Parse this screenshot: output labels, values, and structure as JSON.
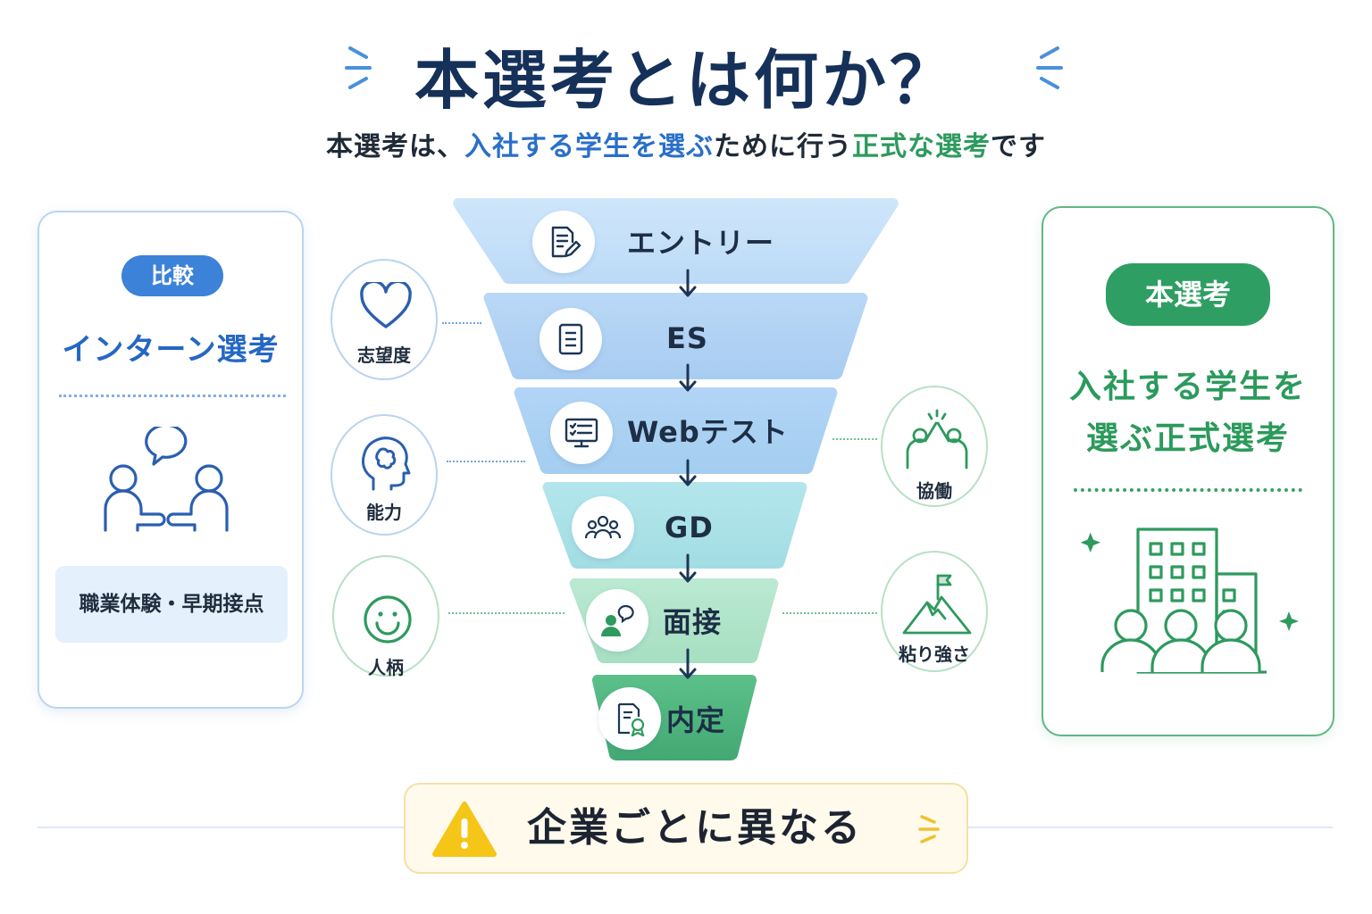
{
  "title": "本選考とは何か？",
  "subtitle": {
    "part1": "本選考は、",
    "part2": "入社する学生を選ぶ",
    "part3": "ために行う",
    "part4": "正式な選考",
    "part5": "です"
  },
  "left_card": {
    "pill": "比較",
    "heading": "インターン選考",
    "tag": "職業体験・早期接点"
  },
  "right_card": {
    "pill": "本選考",
    "heading_line1": "入社する学生を",
    "heading_line2": "選ぶ正式選考"
  },
  "funnel": {
    "stages": [
      {
        "label": "エントリー",
        "icon": "document-pen-icon"
      },
      {
        "label": "ES",
        "icon": "document-icon"
      },
      {
        "label": "Webテスト",
        "icon": "monitor-checklist-icon"
      },
      {
        "label": "GD",
        "icon": "group-icon"
      },
      {
        "label": "面接",
        "icon": "interview-icon"
      },
      {
        "label": "内定",
        "icon": "certificate-icon"
      }
    ]
  },
  "traits": {
    "left": [
      {
        "label": "志望度",
        "icon": "heart-icon"
      },
      {
        "label": "能力",
        "icon": "brain-head-icon"
      },
      {
        "label": "人柄",
        "icon": "smile-icon"
      }
    ],
    "right": [
      {
        "label": "協働",
        "icon": "high-five-icon"
      },
      {
        "label": "粘り強さ",
        "icon": "mountain-flag-icon"
      }
    ]
  },
  "bottom_note": {
    "text": "企業ごとに異なる",
    "icon": "warning-icon"
  },
  "colors": {
    "title": "#15315a",
    "blue_accent": "#2a6fc9",
    "green_accent": "#2e9a5e",
    "warning": "#f5c518"
  }
}
